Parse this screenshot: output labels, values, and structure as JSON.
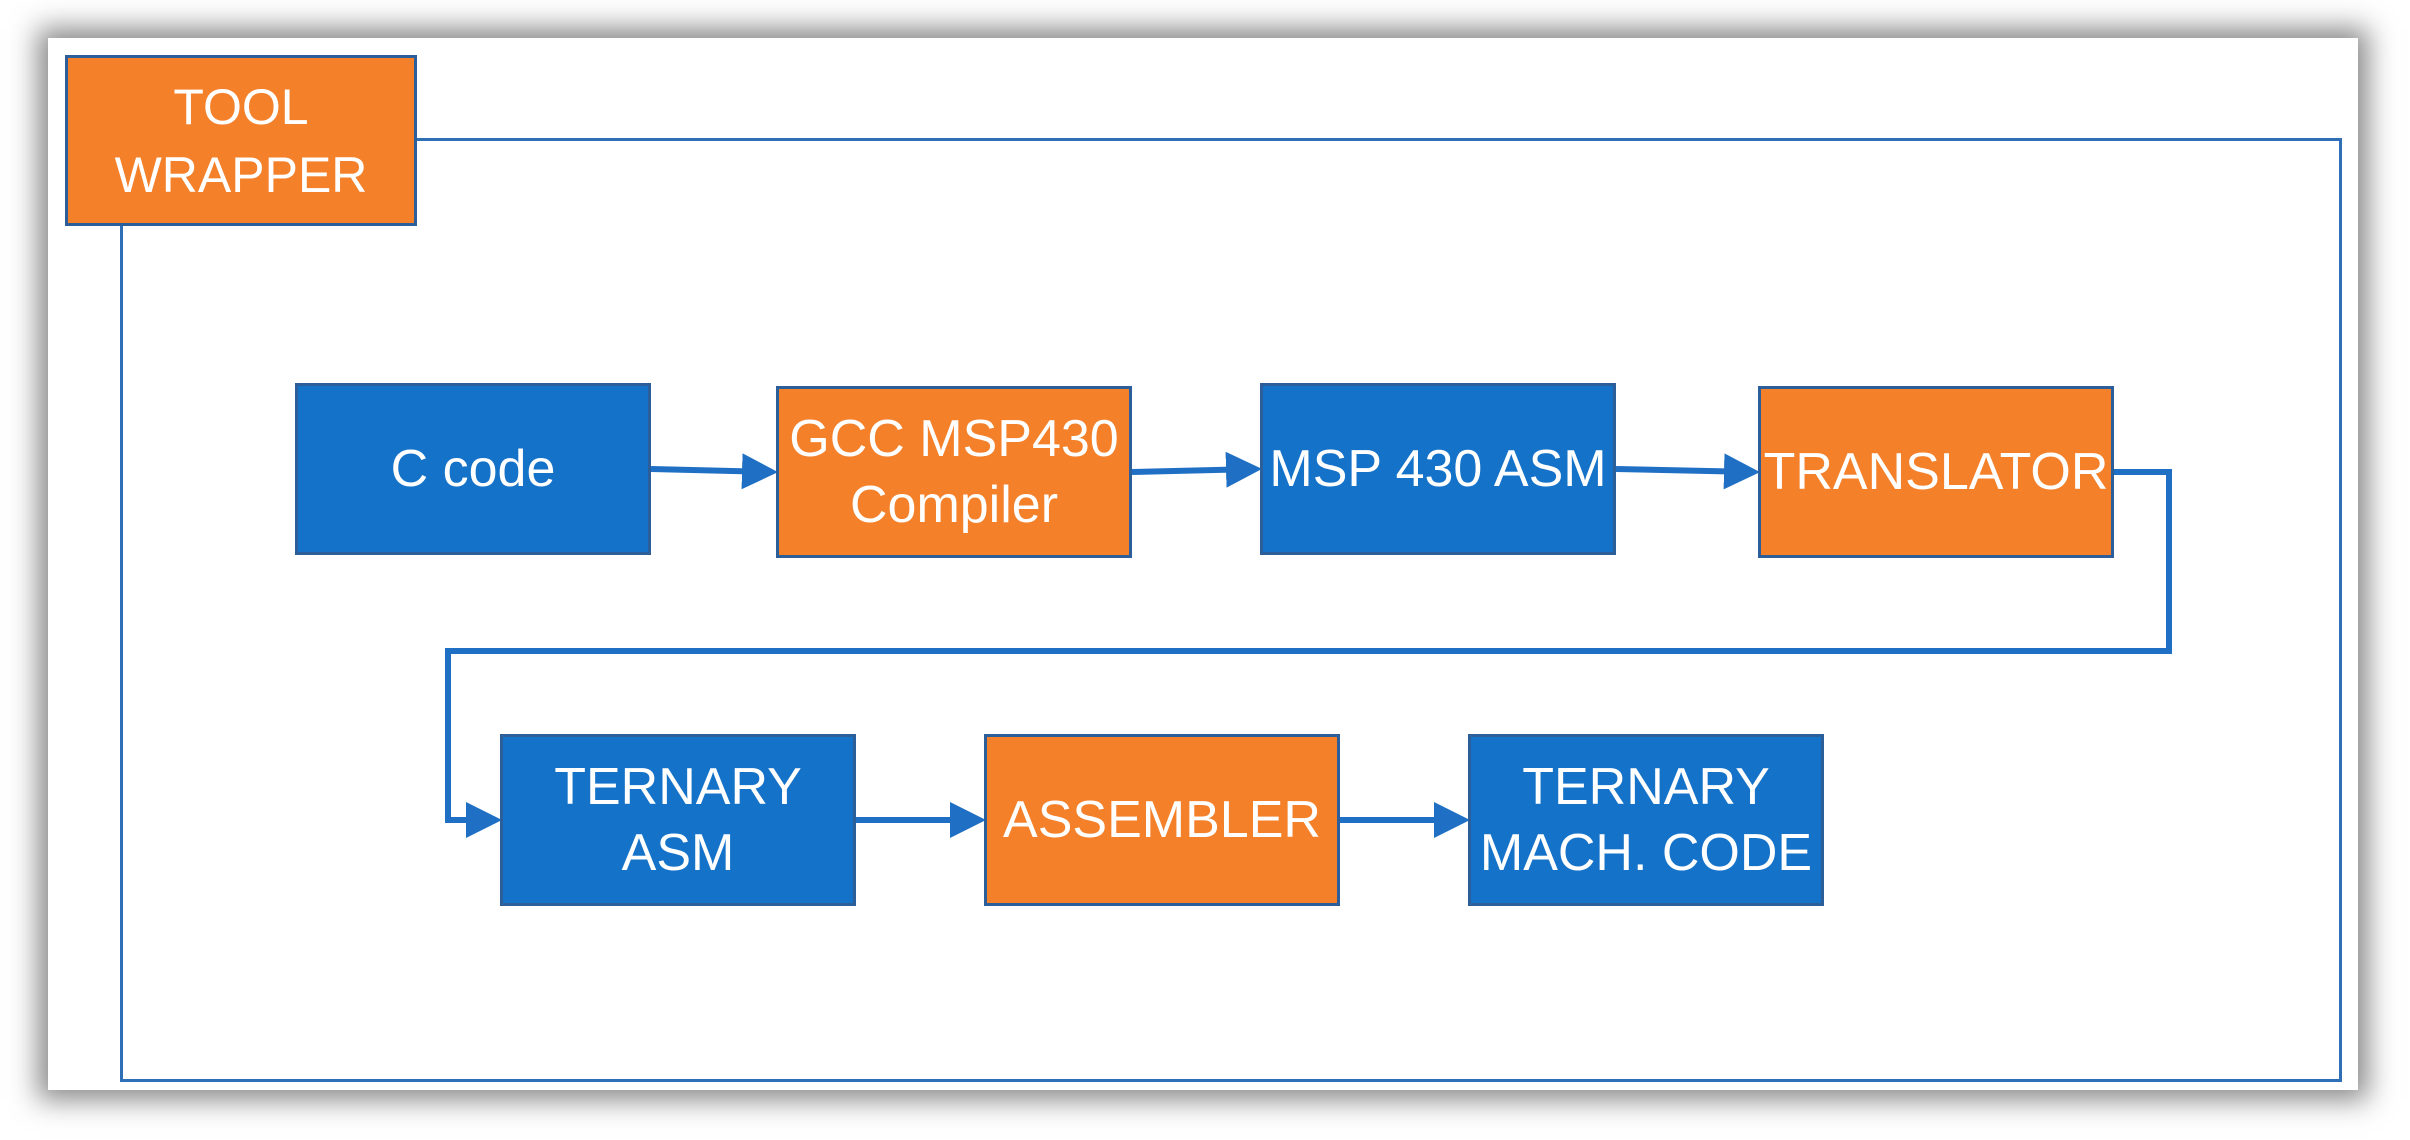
{
  "wrapper": {
    "label_line1": "TOOL",
    "label_line2": "WRAPPER"
  },
  "nodes": [
    {
      "id": "c-code",
      "lines": [
        "C code"
      ],
      "color": "#1572c9"
    },
    {
      "id": "gcc-compiler",
      "lines": [
        "GCC MSP430",
        "Compiler"
      ],
      "color": "#f4802a"
    },
    {
      "id": "msp430-asm",
      "lines": [
        "MSP 430 ASM"
      ],
      "color": "#1572c9"
    },
    {
      "id": "translator",
      "lines": [
        "TRANSLATOR"
      ],
      "color": "#f4802a"
    },
    {
      "id": "ternary-asm",
      "lines": [
        "TERNARY",
        "ASM"
      ],
      "color": "#1572c9"
    },
    {
      "id": "assembler",
      "lines": [
        "ASSEMBLER"
      ],
      "color": "#f4802a"
    },
    {
      "id": "ternary-mach-code",
      "lines": [
        "TERNARY",
        "MACH. CODE"
      ],
      "color": "#1572c9"
    }
  ],
  "edges": [
    {
      "from": "c-code",
      "to": "gcc-compiler"
    },
    {
      "from": "gcc-compiler",
      "to": "msp430-asm"
    },
    {
      "from": "msp430-asm",
      "to": "translator"
    },
    {
      "from": "translator",
      "to": "ternary-asm"
    },
    {
      "from": "ternary-asm",
      "to": "assembler"
    },
    {
      "from": "assembler",
      "to": "ternary-mach-code"
    }
  ],
  "colors": {
    "blue": "#1572c9",
    "orange": "#f4802a",
    "line": "#1f6fc4",
    "border": "#2e6fb8"
  }
}
